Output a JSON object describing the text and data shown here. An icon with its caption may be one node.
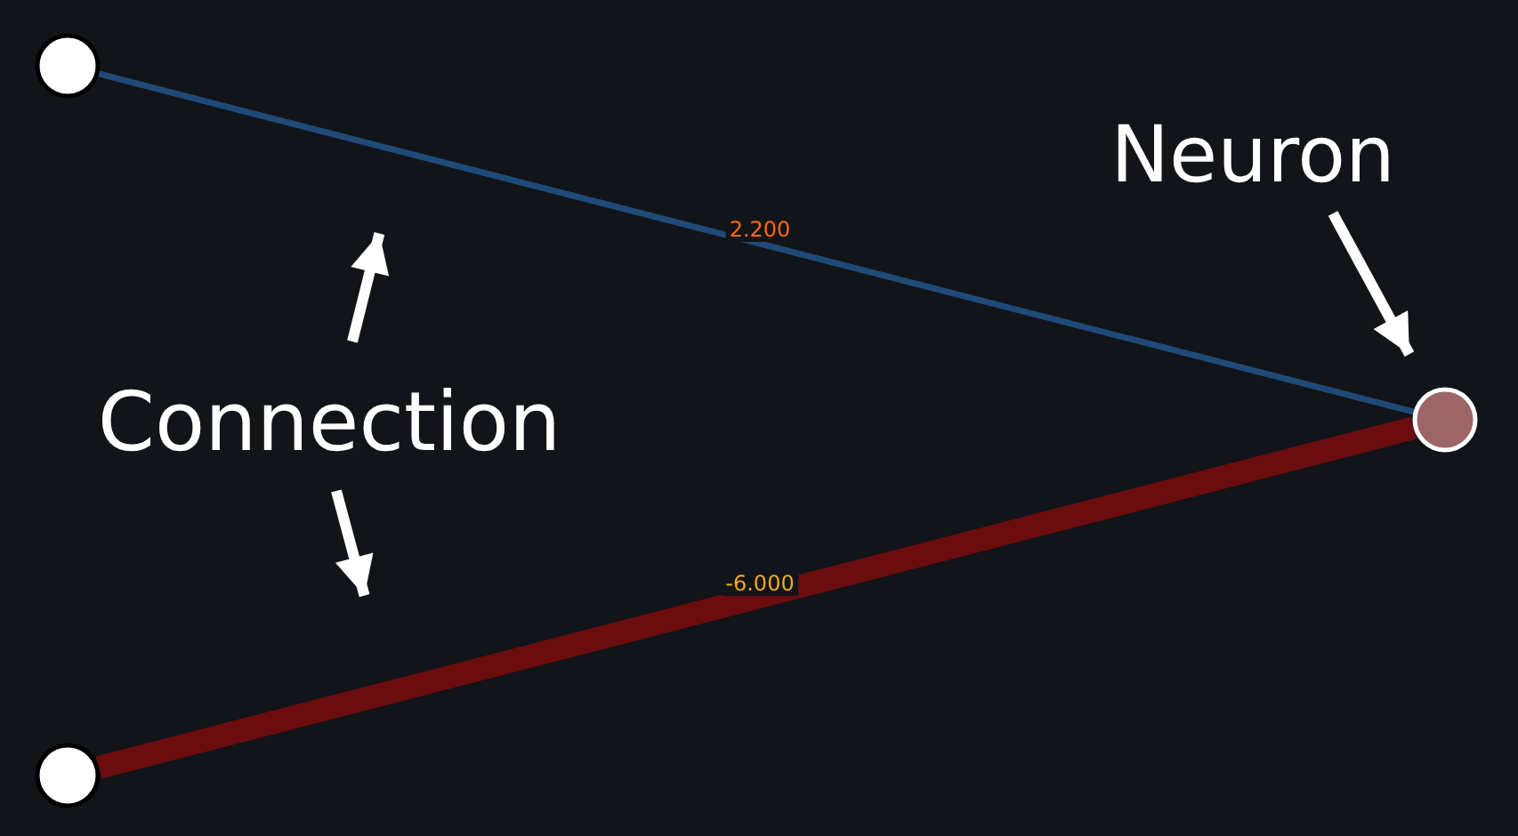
{
  "diagram": {
    "nodes": [
      {
        "text": [],
        "shape": "circle"
      },
      {
        "text": [],
        "shape": "circle"
      },
      {
        "text": [],
        "shape": "circle"
      },
      {
        "text": [
          "Connection"
        ]
      },
      {
        "text": [
          "Neuron"
        ]
      }
    ],
    "edges": [
      {
        "from": 0,
        "to": 2,
        "arrow": "none",
        "label": "2.200",
        "color": "#1f4a78"
      },
      {
        "from": 1,
        "to": 2,
        "arrow": "none",
        "label": "-6.000",
        "style": "thick",
        "color": "#6b0c0f"
      },
      {
        "from": 3,
        "to": null,
        "arrow": "to"
      },
      {
        "from": 3,
        "to": null,
        "arrow": "to"
      },
      {
        "from": 4,
        "to": 2,
        "arrow": "to"
      }
    ]
  }
}
